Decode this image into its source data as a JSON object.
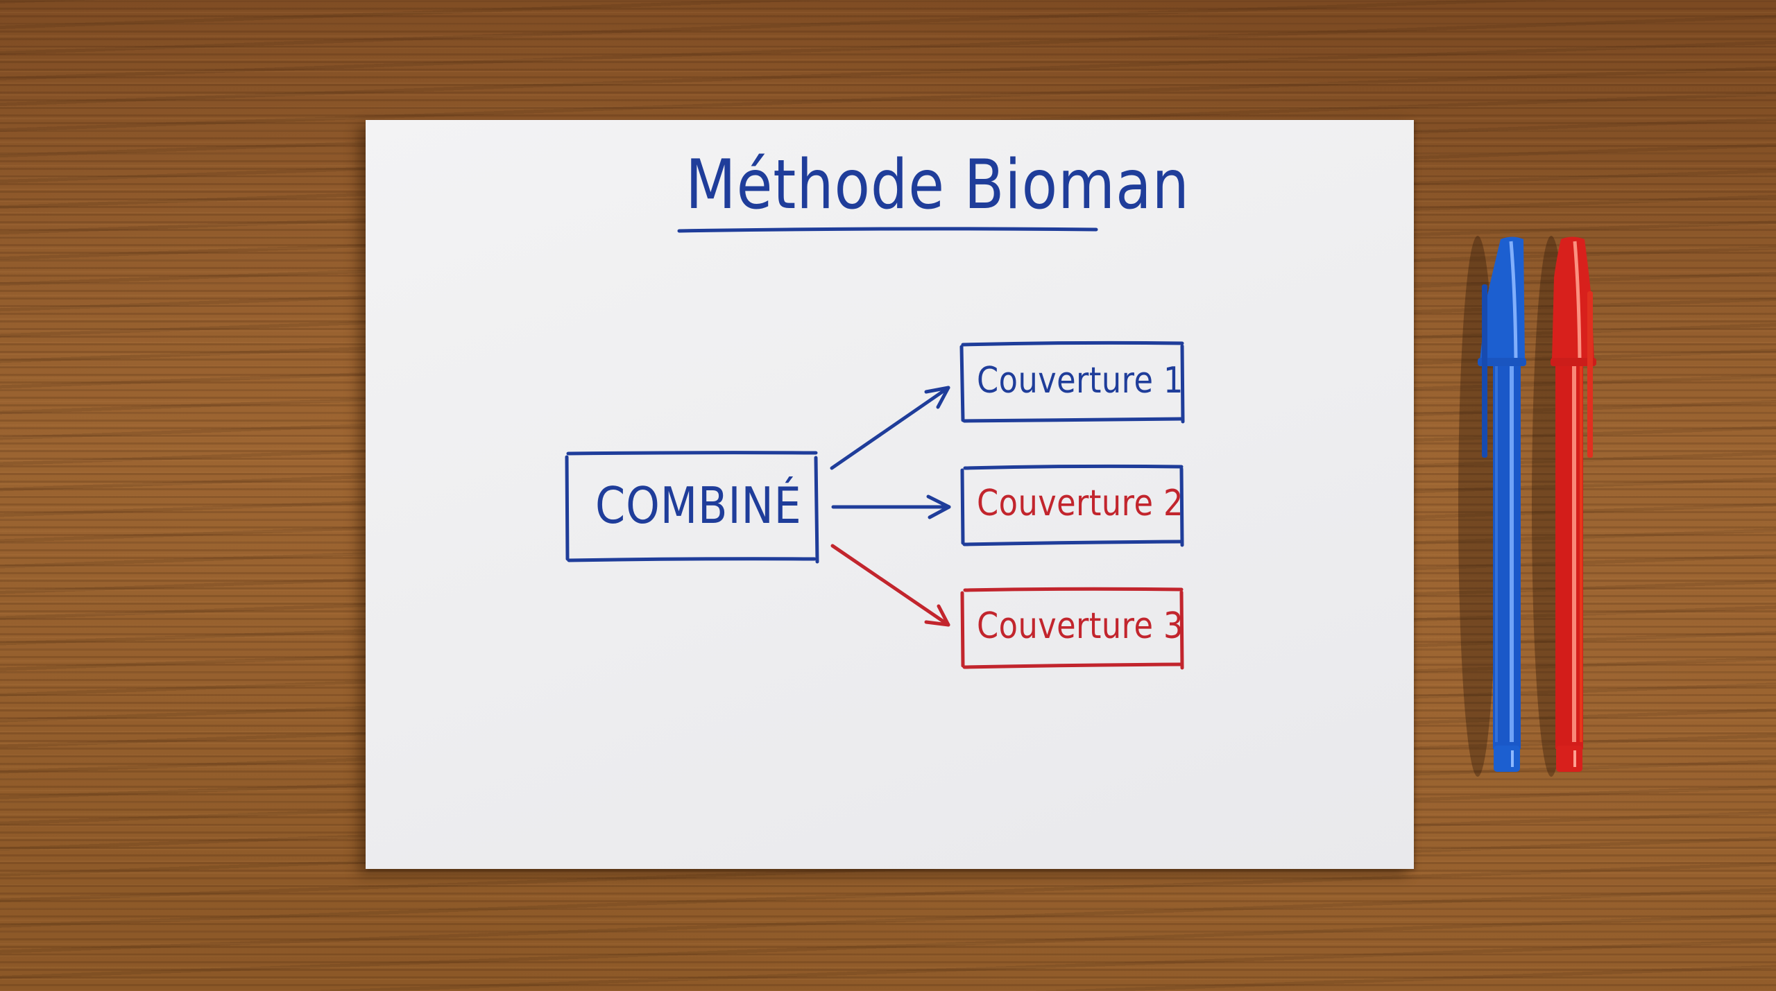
{
  "scene": {
    "description": "Hand-drawn diagram on white paper on a wooden desk with two pens",
    "background": "wood-desk",
    "colors": {
      "wood": "#8a5528",
      "paper": "#f0f0f2",
      "ink_blue": "#1f3d9a",
      "ink_red": "#c2252d",
      "pen_blue": "#1c5fd0",
      "pen_red": "#d8201c"
    }
  },
  "paper": {
    "title": "Méthode Bioman",
    "source_node": {
      "label": "COMBINÉ",
      "border_color": "blue",
      "text_color": "blue"
    },
    "target_nodes": [
      {
        "label": "Couverture 1",
        "border_color": "blue",
        "text_color": "blue",
        "arrow_color": "blue"
      },
      {
        "label": "Couverture 2",
        "border_color": "blue",
        "text_color": "red",
        "arrow_color": "blue"
      },
      {
        "label": "Couverture 3",
        "border_color": "red",
        "text_color": "red",
        "arrow_color": "red"
      }
    ]
  },
  "pens": [
    {
      "name": "blue pen",
      "color": "#1c5fd0"
    },
    {
      "name": "red pen",
      "color": "#d8201c"
    }
  ]
}
